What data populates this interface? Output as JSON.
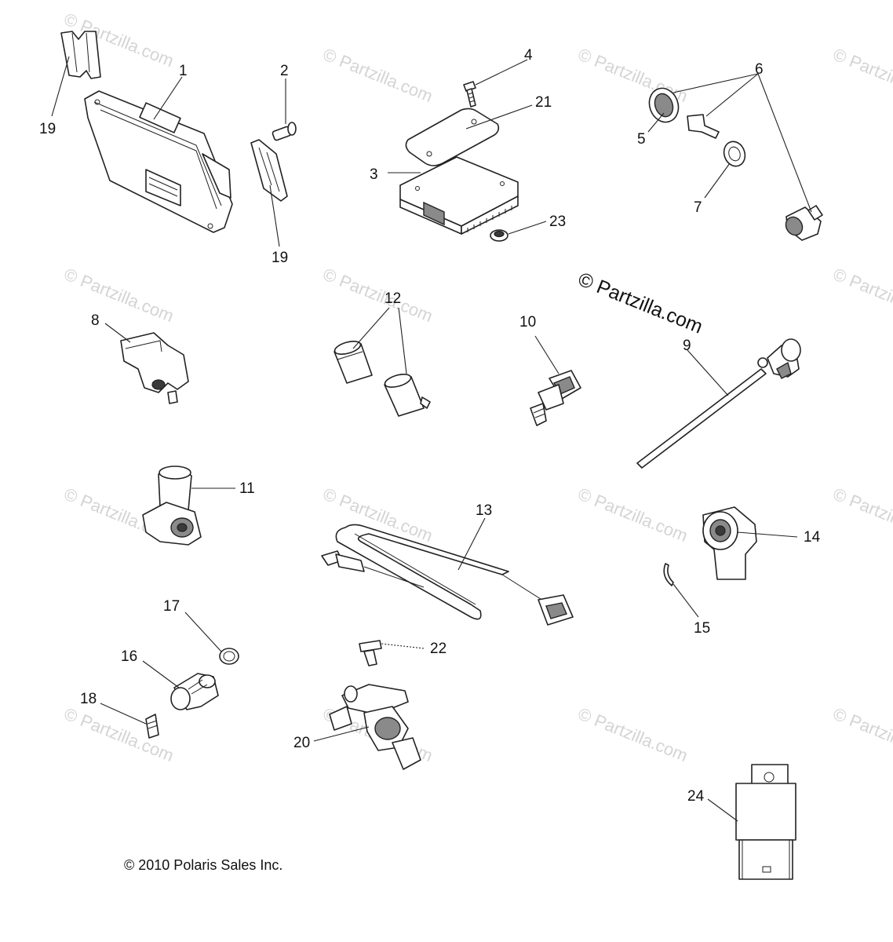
{
  "watermark": {
    "text": "© Partzilla.com",
    "center_text": "© Partzilla.com"
  },
  "copyright": "© 2010 Polaris Sales Inc.",
  "callouts": {
    "c1": "1",
    "c2": "2",
    "c3": "3",
    "c4": "4",
    "c5": "5",
    "c6": "6",
    "c7": "7",
    "c8": "8",
    "c9": "9",
    "c10": "10",
    "c11": "11",
    "c12": "12",
    "c13": "13",
    "c14": "14",
    "c15": "15",
    "c16": "16",
    "c17": "17",
    "c18": "18",
    "c19a": "19",
    "c19b": "19",
    "c20": "20",
    "c21": "21",
    "c22": "22",
    "c23": "23",
    "c24": "24"
  }
}
